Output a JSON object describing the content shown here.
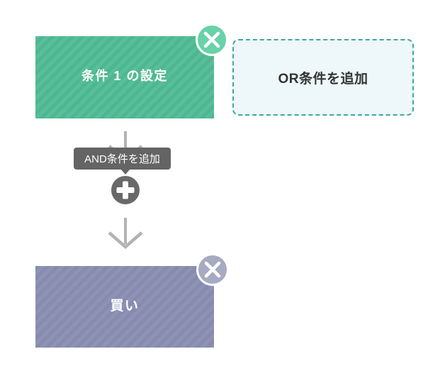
{
  "nodes": {
    "condition": {
      "label": "条件 1 の設定"
    },
    "or_add": {
      "label": "OR条件を追加"
    },
    "action": {
      "label": "買い"
    }
  },
  "tooltip": {
    "label": "AND条件を追加"
  },
  "icons": {
    "close": "×",
    "plus": "+"
  },
  "colors": {
    "page-bg": "#ffffff",
    "condition-bg": "#4cb891",
    "condition-stripe": "#ffffff14",
    "condition-close-bg": "#68d2a8",
    "or-bg": "#eef7f9",
    "or-border": "#3fa89b",
    "or-text": "#333333",
    "tooltip-bg": "#646464",
    "tooltip-text": "#ffffff",
    "plus-bg": "#696969",
    "arrow": "#b3b3b3",
    "action-bg": "#8e93b5",
    "action-stripe": "#282d5012",
    "action-close-bg": "#a6aac3",
    "node-text": "#ffffff"
  }
}
